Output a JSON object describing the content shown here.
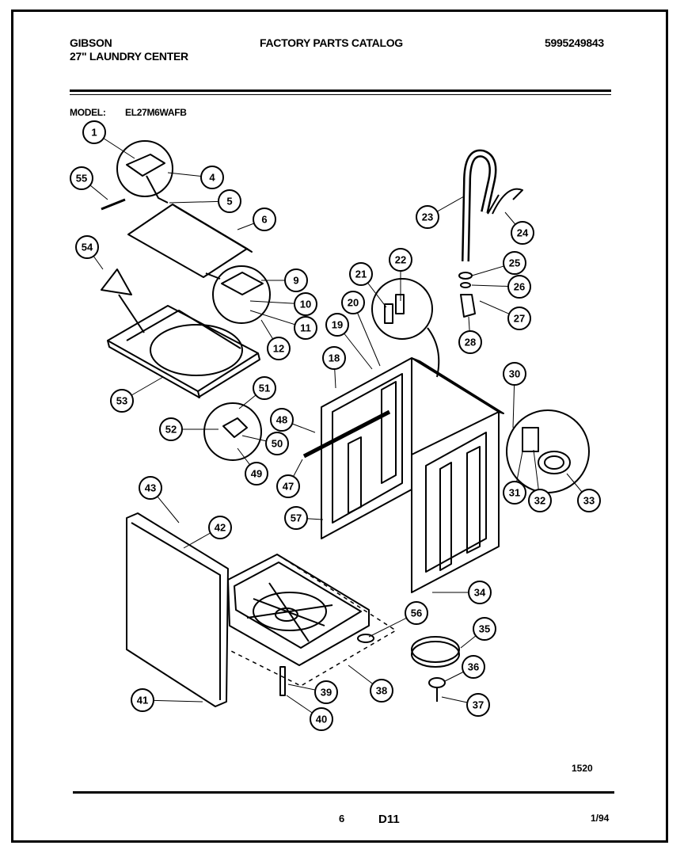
{
  "header": {
    "brand": "GIBSON",
    "product": "27\" LAUNDRY CENTER",
    "catalog_title": "FACTORY PARTS CATALOG",
    "catalog_number": "5995249843",
    "model_label": "MODEL:",
    "model_number": "EL27M6WAFB"
  },
  "footer": {
    "small_code": "1520",
    "page_number": "6",
    "section": "D11",
    "date": "1/94"
  },
  "callouts": [
    "1",
    "4",
    "5",
    "6",
    "9",
    "10",
    "11",
    "12",
    "18",
    "19",
    "20",
    "21",
    "22",
    "23",
    "24",
    "25",
    "26",
    "27",
    "28",
    "30",
    "31",
    "32",
    "33",
    "34",
    "35",
    "36",
    "37",
    "38",
    "39",
    "40",
    "41",
    "42",
    "43",
    "47",
    "48",
    "49",
    "50",
    "51",
    "52",
    "53",
    "54",
    "55",
    "56",
    "57"
  ]
}
